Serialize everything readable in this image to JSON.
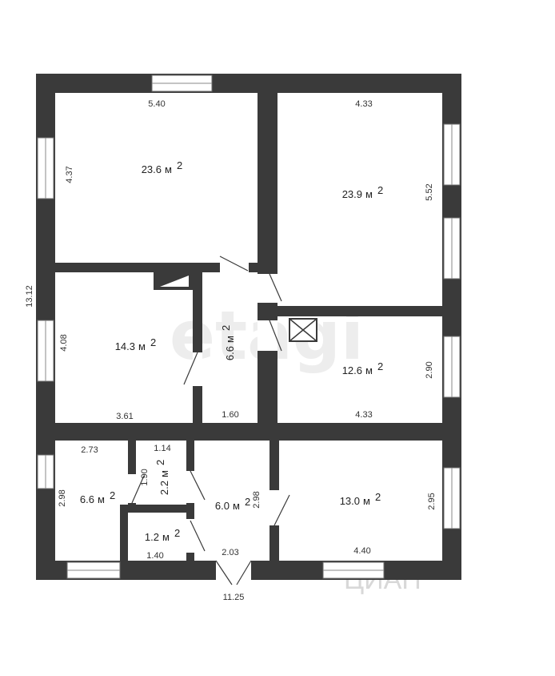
{
  "unit": "м",
  "rooms": [
    {
      "area": "23.6",
      "width": "5.40",
      "height": "4.37"
    },
    {
      "area": "23.9",
      "width": "4.33",
      "height": "5.52"
    },
    {
      "area": "14.3",
      "width": "3.61",
      "height": "4.08"
    },
    {
      "area": "6.6",
      "width": "1.60"
    },
    {
      "area": "12.6",
      "width": "4.33",
      "height": "2.90"
    },
    {
      "area": "6.6",
      "width": "2.73",
      "height": "2.98"
    },
    {
      "area": "2.2",
      "width": "1.14",
      "height": "1.90"
    },
    {
      "area": "1.2",
      "width": "1.40"
    },
    {
      "area": "6.0",
      "width": "2.03",
      "height": "2.98"
    },
    {
      "area": "13.0",
      "width": "4.40",
      "height": "2.95"
    }
  ],
  "overall": {
    "width": "11.25",
    "height": "13.12"
  },
  "watermarks": {
    "main": "etagi",
    "corner": "ЦИАН"
  }
}
